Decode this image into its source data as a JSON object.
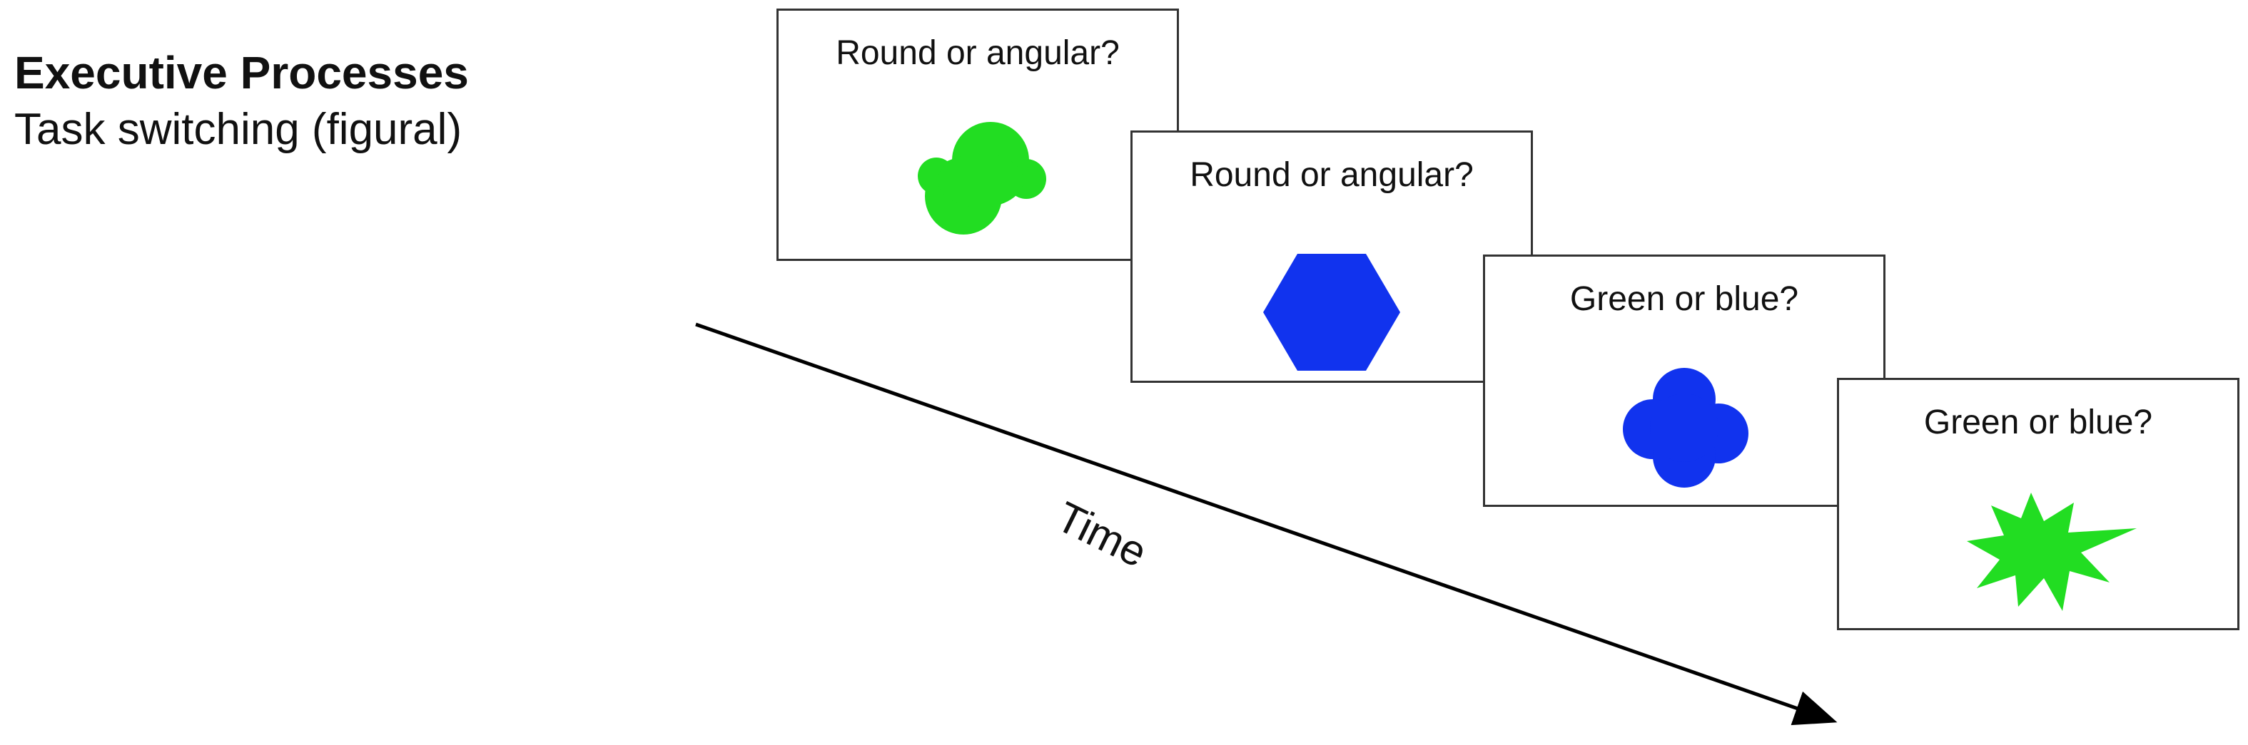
{
  "heading": {
    "title": "Executive Processes",
    "subtitle": "Task switching (figural)"
  },
  "timeline": {
    "label": "Time"
  },
  "colors": {
    "green": "#22dd22",
    "blue": "#1133ee",
    "border": "#333333"
  },
  "panels": [
    {
      "question": "Round or angular?",
      "shape": "blob",
      "color": "green"
    },
    {
      "question": "Round or angular?",
      "shape": "hexagon",
      "color": "blue"
    },
    {
      "question": "Green or blue?",
      "shape": "cloud",
      "color": "blue"
    },
    {
      "question": "Green or blue?",
      "shape": "starburst",
      "color": "green"
    }
  ]
}
